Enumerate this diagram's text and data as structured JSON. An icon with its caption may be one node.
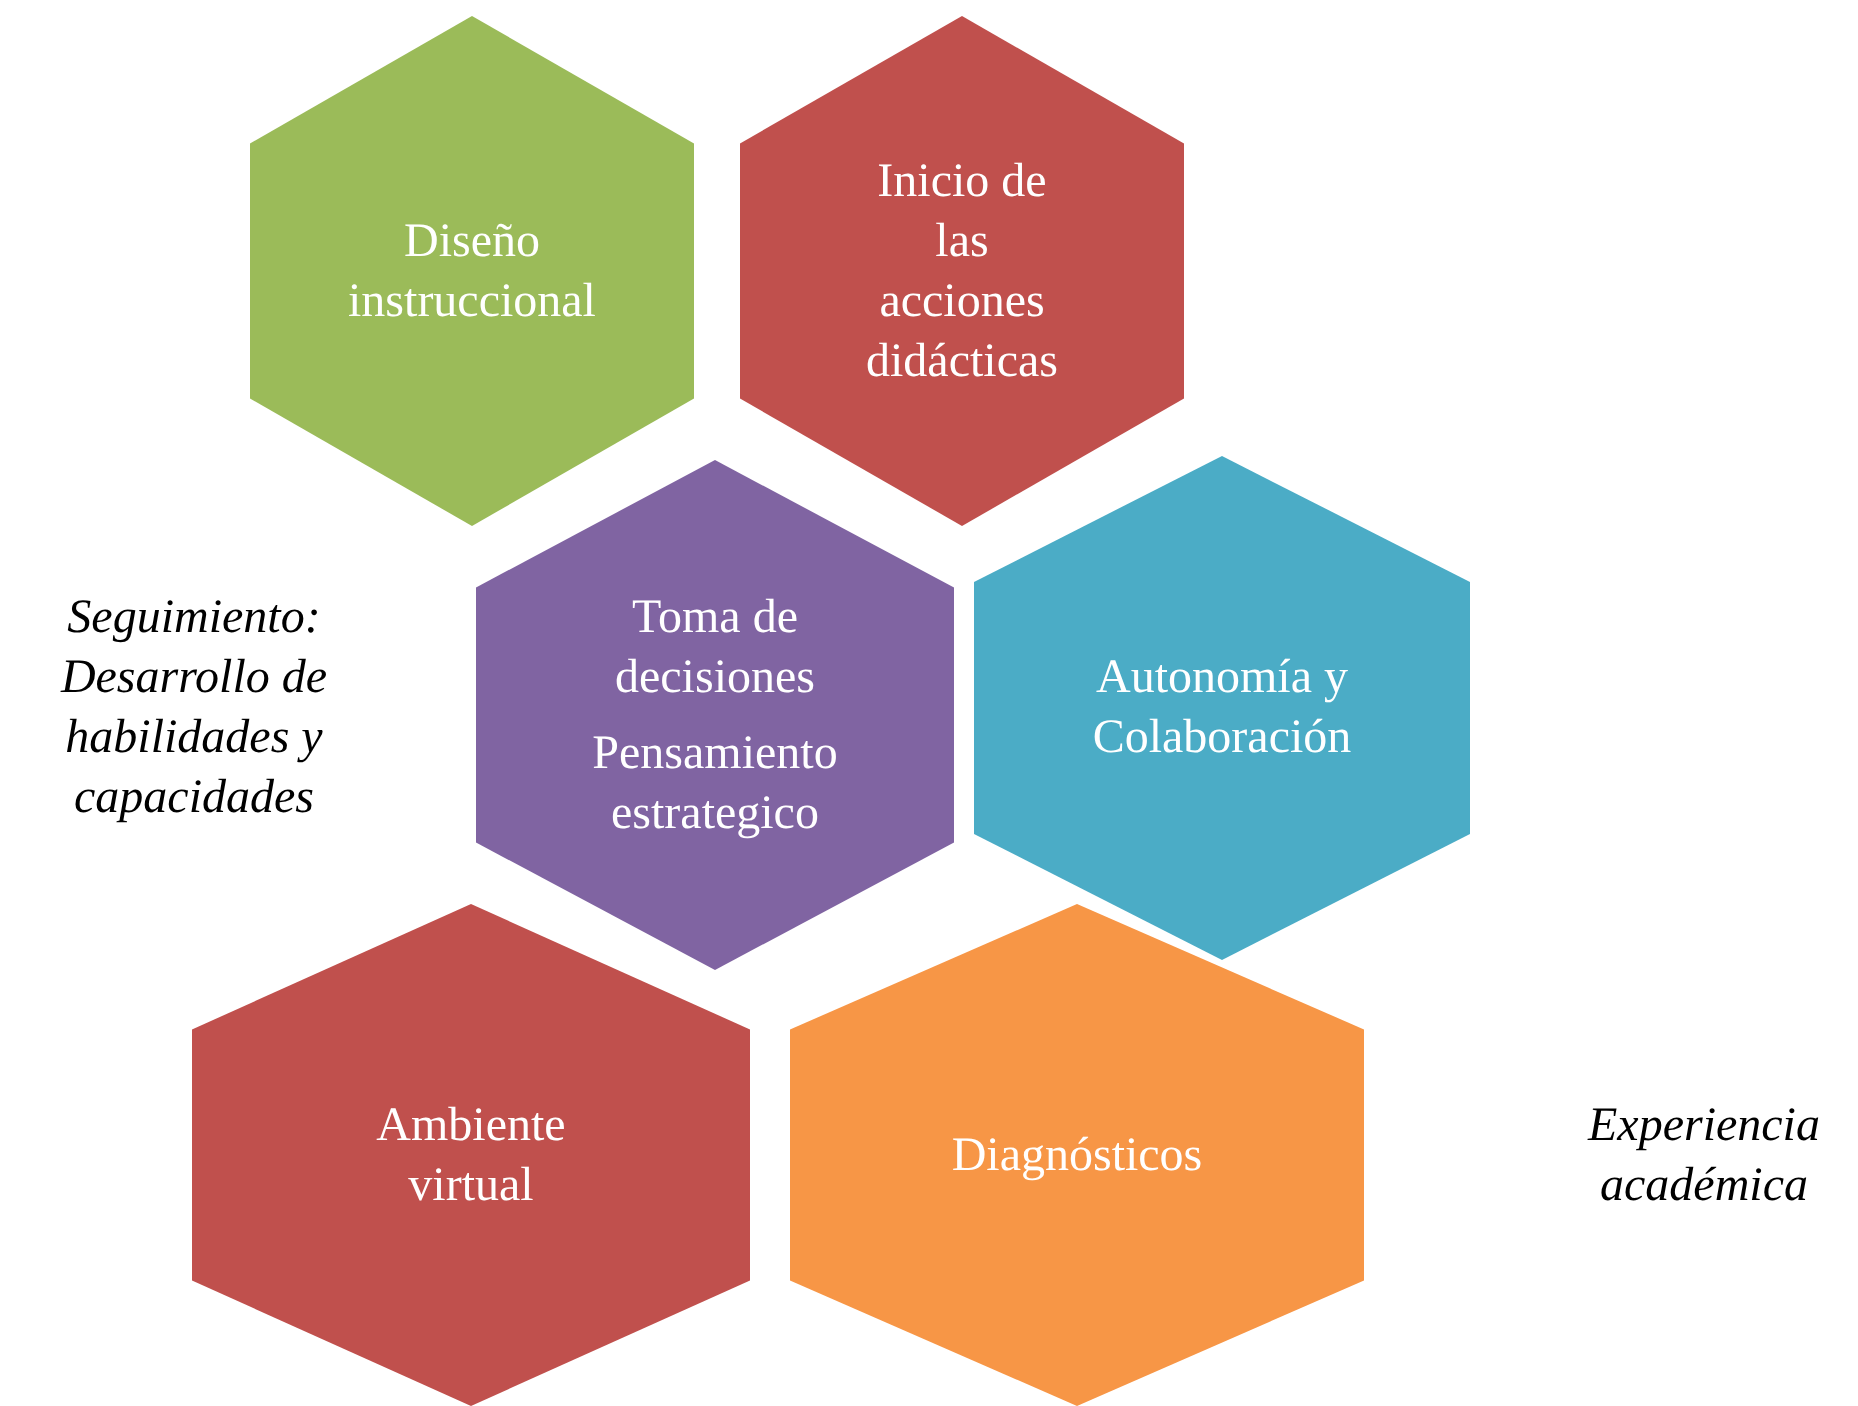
{
  "diagram": {
    "nodes": [
      {
        "text": [
          "Diseño instruccional"
        ]
      },
      {
        "text": [
          "Inicio de las acciones didácticas"
        ]
      },
      {
        "text": [
          "Toma de decisiones",
          "Pensamiento estrategico"
        ]
      },
      {
        "text": [
          "Autonomía y Colaboración"
        ]
      },
      {
        "text": [
          "Ambiente virtual"
        ]
      },
      {
        "text": [
          "Diagnósticos"
        ]
      }
    ],
    "edges": [],
    "labels": [
      "Seguimiento: Desarrollo de habilidades  y capacidades",
      "Experiencia académica"
    ]
  }
}
